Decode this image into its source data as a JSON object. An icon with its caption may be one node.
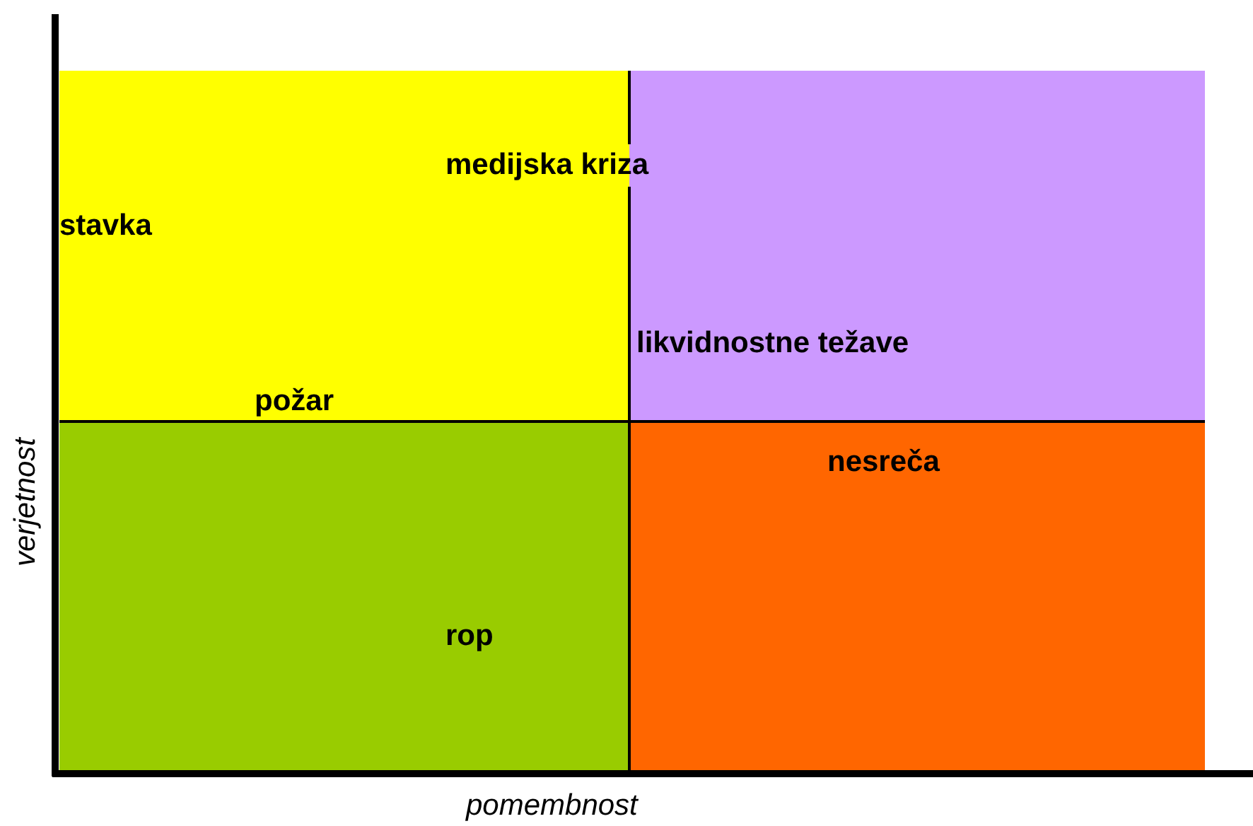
{
  "diagram": {
    "labels": [
      "medijska kriza",
      "stavka",
      "likvidnostne težave",
      "požar",
      "nesreča",
      "rop",
      "verjetnost",
      "pomembnost"
    ]
  }
}
